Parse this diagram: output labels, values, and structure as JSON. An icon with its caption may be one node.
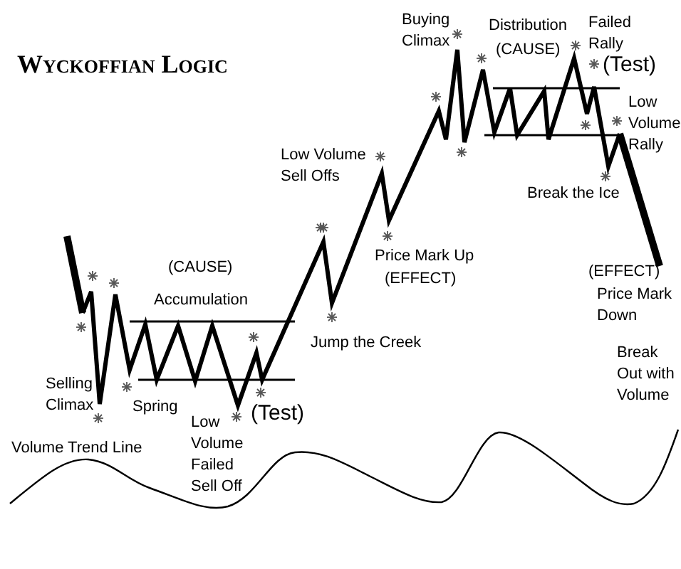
{
  "diagram": {
    "title": "Wyckoffian Logic",
    "labels": [
      "Buying Climax",
      "Distribution",
      "(CAUSE)",
      "Failed Rally",
      "(Test)",
      "Low Volume Rally",
      "Low Volume Sell Offs",
      "Break the Ice",
      "(CAUSE)",
      "Price Mark Up",
      "(EFFECT)",
      "(EFFECT)",
      "Price Mark Down",
      "Accumulation",
      "Jump the Creek",
      "Break Out with Volume",
      "Selling Climax",
      "Spring",
      "(Test)",
      "Low Volume Failed Sell Off",
      "Volume Trend Line"
    ]
  }
}
